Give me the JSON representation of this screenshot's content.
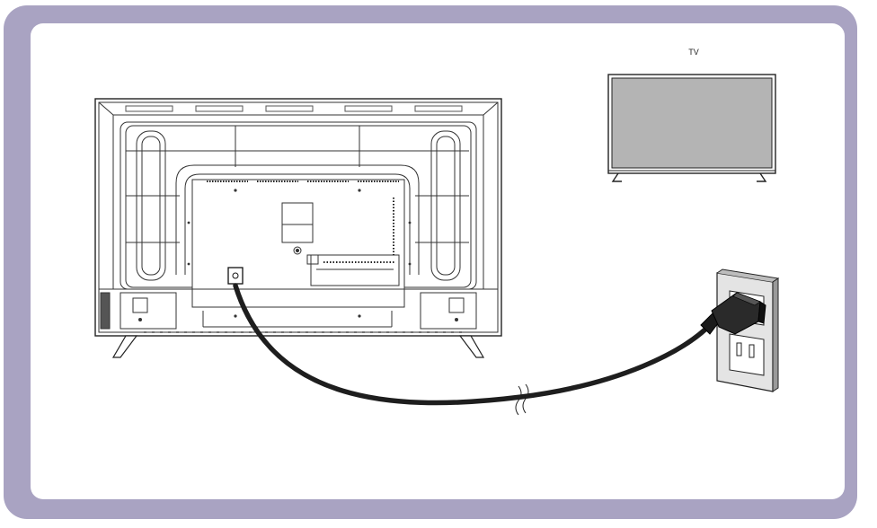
{
  "labels": {
    "tv": "TV"
  },
  "icons": [
    "tv-rear-panel",
    "tv-front-icon",
    "power-cord",
    "wall-outlet-icon",
    "power-plug-icon"
  ]
}
